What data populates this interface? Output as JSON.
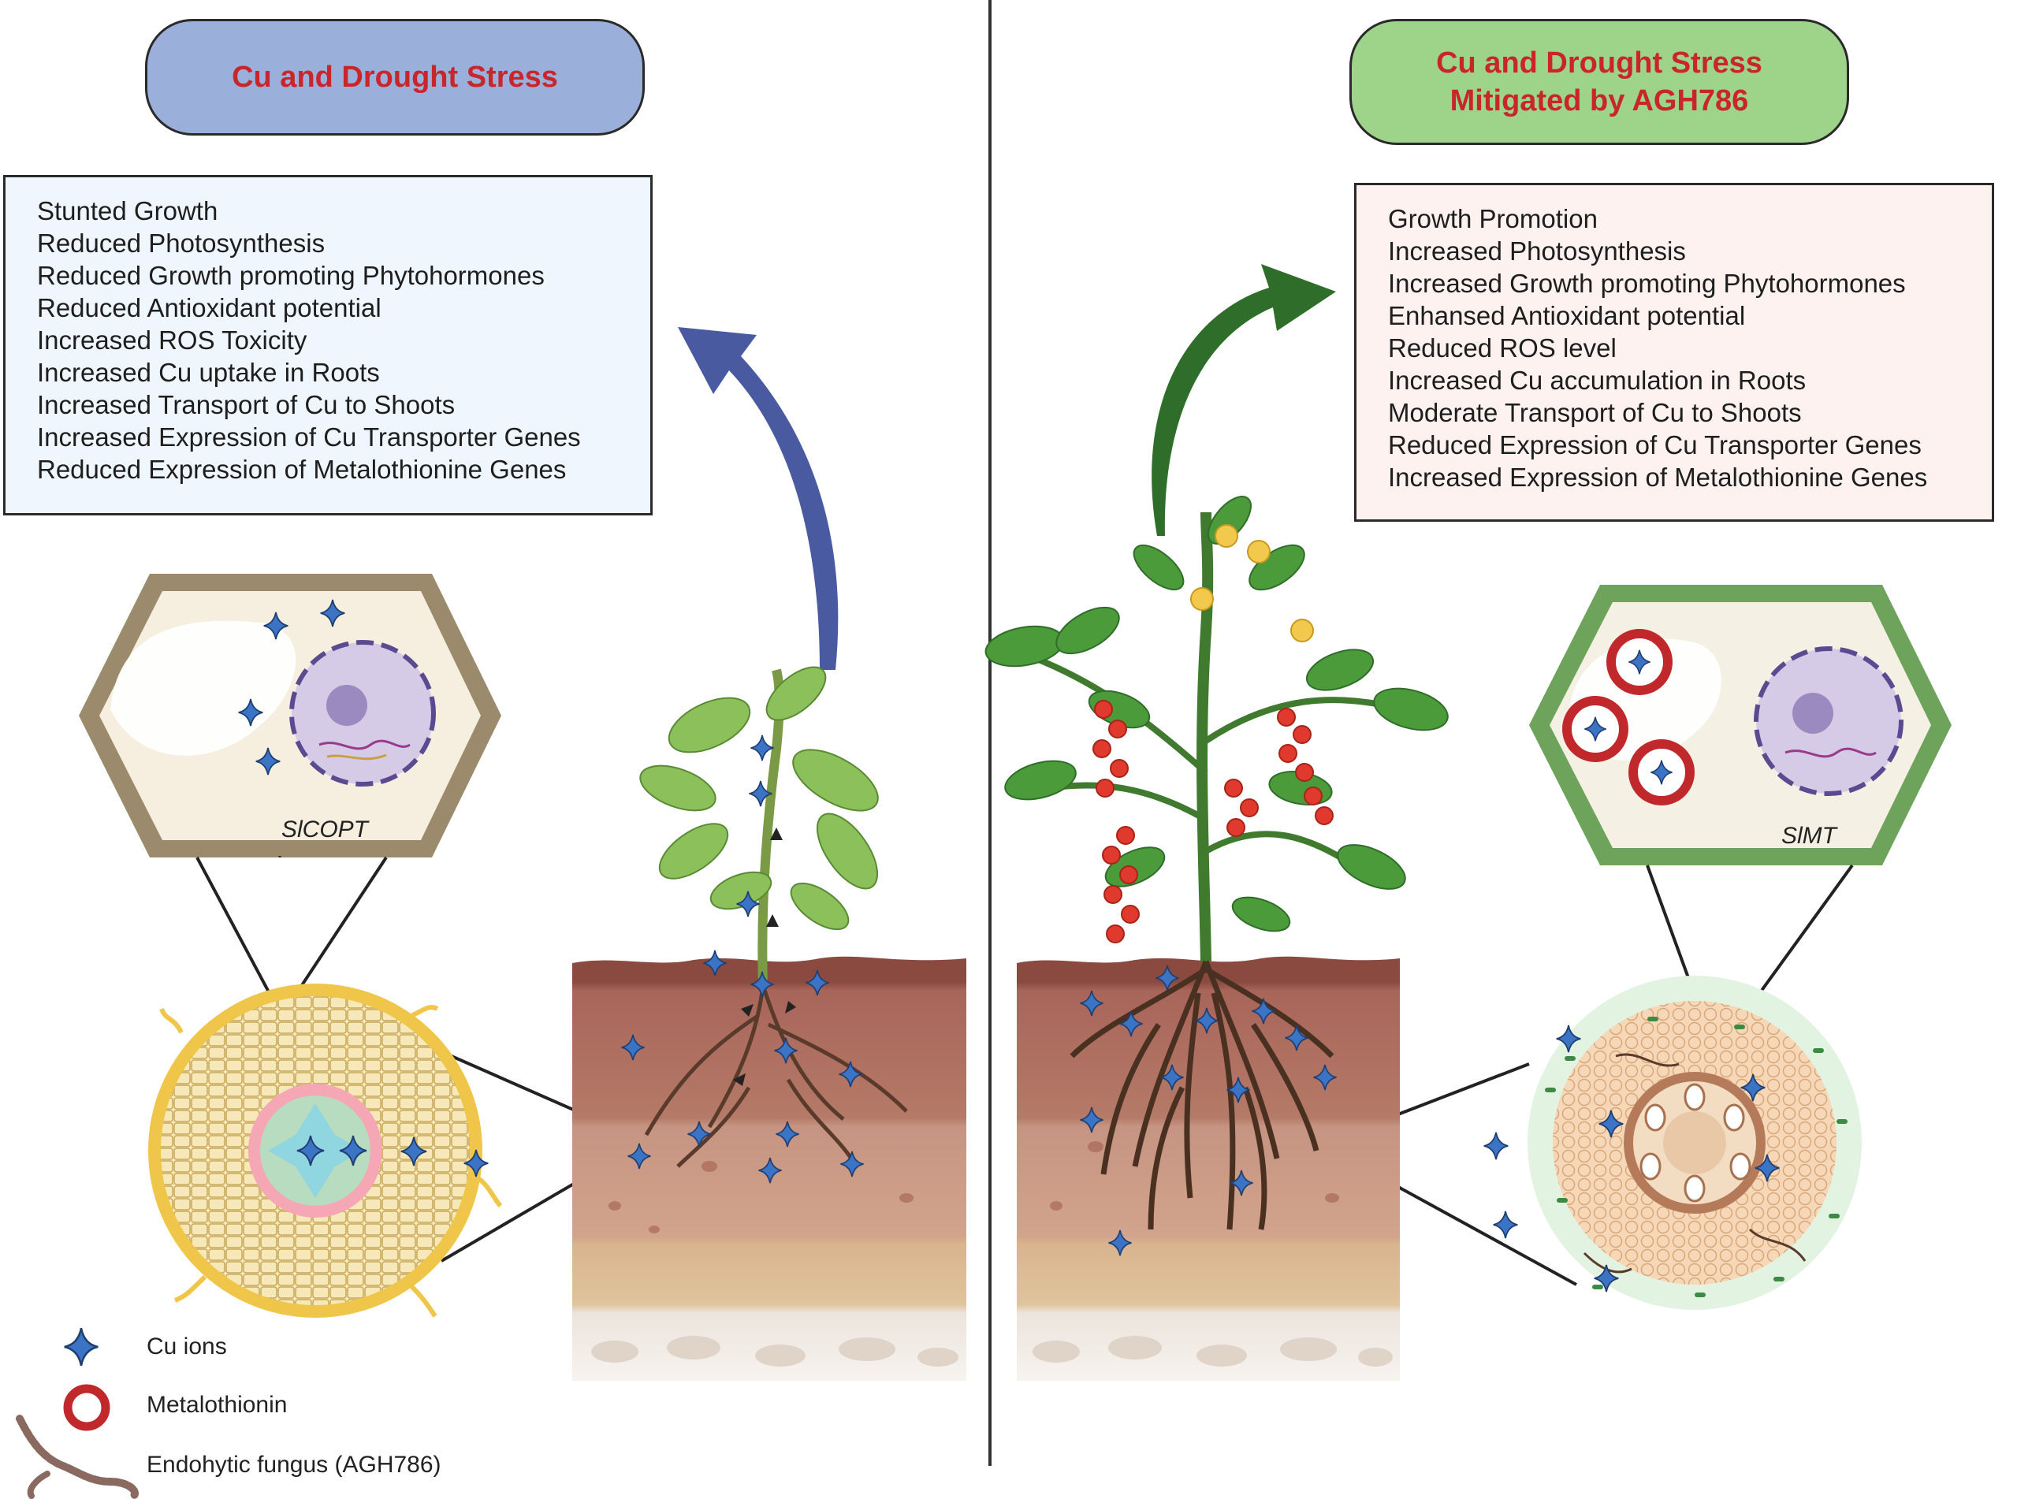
{
  "left_panel": {
    "title": "Cu and Drought Stress",
    "effects": [
      "Stunted Growth",
      "Reduced Photosynthesis",
      "Reduced Growth promoting Phytohormones",
      "Reduced Antioxidant potential",
      "Increased ROS Toxicity",
      "Increased Cu uptake in Roots",
      "Increased Transport of Cu to Shoots",
      "Increased Expression of Cu Transporter Genes",
      "Reduced Expression of Metalothionine Genes"
    ],
    "gene_label": "SlCOPT",
    "colors": {
      "title_fill": "#9ab0da",
      "box_fill": "#f0f6fd",
      "arrow": "#4a5aa0",
      "cell_frame": "#9b8a6c"
    }
  },
  "right_panel": {
    "title_line1": "Cu and Drought Stress",
    "title_line2": "Mitigated by AGH786",
    "effects": [
      "Growth Promotion",
      "Increased Photosynthesis",
      "Increased Growth promoting Phytohormones",
      "Enhansed Antioxidant potential",
      "Reduced ROS level",
      "Increased Cu accumulation in Roots",
      "Moderate Transport of Cu to Shoots",
      "Reduced Expression of Cu Transporter Genes",
      "Increased Expression of Metalothionine Genes"
    ],
    "gene_label": "SlMT",
    "colors": {
      "title_fill": "#9ed38a",
      "box_fill": "#fdf2ef",
      "arrow": "#2f6e2a",
      "cell_frame": "#6ea35c"
    }
  },
  "legend": {
    "cu_ions": "Cu ions",
    "metallothionin": "Metalothionin",
    "fungus": "Endohytic fungus (AGH786)"
  },
  "colors": {
    "title_text": "#c8262b",
    "cu_ion": "#3b74c4",
    "mt_ring": "#c0282b"
  }
}
